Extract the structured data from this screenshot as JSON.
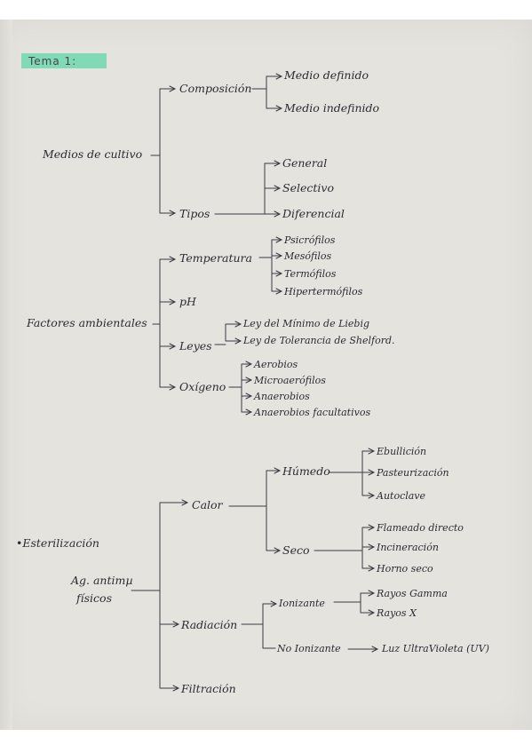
{
  "title": "Tema 1:",
  "medios": {
    "root": "Medios de cultivo",
    "composicion": "Composición",
    "medio_definido": "Medio definido",
    "medio_indefinido": "Medio indefinido",
    "tipos": "Tipos",
    "general": "General",
    "selectivo": "Selectivo",
    "diferencial": "Diferencial"
  },
  "factores": {
    "root": "Factores ambientales",
    "temperatura": "Temperatura",
    "psicrofilos": "Psicrófilos",
    "mesofilos": "Mesófilos",
    "termofilos": "Termófilos",
    "hipertermofilos": "Hipertermófilos",
    "ph": "pH",
    "leyes": "Leyes",
    "ley_minimo": "Ley del Mínimo de Liebig",
    "ley_tolerancia": "Ley de Tolerancia de Shelford.",
    "oxigeno": "Oxígeno",
    "aerobios": "Aerobios",
    "microaerofilos": "Microaerófilos",
    "anaerobios": "Anaerobios",
    "anaerobios_facultativos": "Anaerobios facultativos"
  },
  "esterilizacion": {
    "root": "•Esterilización",
    "ag_line1": "Ag. antimµ",
    "ag_line2": "físicos",
    "calor": "Calor",
    "humedo": "Húmedo",
    "ebullicion": "Ebullición",
    "pasteurizacion": "Pasteurización",
    "autoclave": "Autoclave",
    "seco": "Seco",
    "flameado": "Flameado directo",
    "incineracion": "Incineración",
    "horno": "Horno seco",
    "radiacion": "Radiación",
    "ionizante": "Ionizante",
    "rayos_gamma": "Rayos Gamma",
    "rayos_x": "Rayos X",
    "no_ionizante": "No Ionizante",
    "luz_uv": "Luz UltraVioleta (UV)",
    "filtracion": "Filtración"
  }
}
